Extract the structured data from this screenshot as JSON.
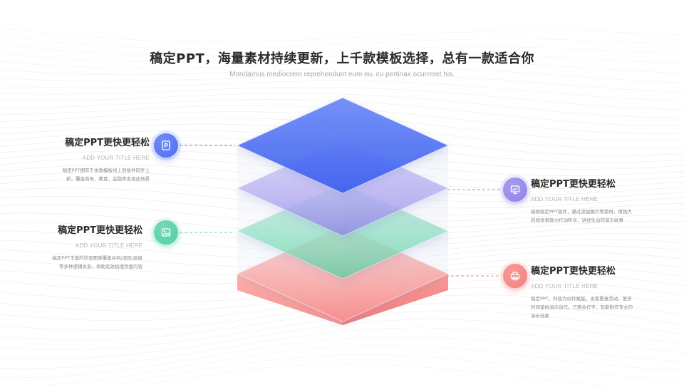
{
  "title": "稿定PPT，海量素材持续更新，上千款模板选择，总有一款适合你",
  "subtitle": "Mondamus mediocrem reprehendunt eum eu, cu pertinax ocurreret his.",
  "colors": {
    "blue": "#4f6ef2",
    "purple": "#8f82ea",
    "green": "#52cfa5",
    "red": "#f4807d"
  },
  "layers": [
    {
      "name": "blue-layer",
      "color": "#5272f3"
    },
    {
      "name": "purple-layer",
      "color": "#9a8ff0"
    },
    {
      "name": "green-layer",
      "color": "#6fd6b0"
    },
    {
      "name": "red-layer",
      "color": "#f78986"
    }
  ],
  "items": [
    {
      "side": "left",
      "heading": "稿定PPT更快更轻松",
      "sub": "ADD YOUR TITLE HERE",
      "desc": "稿定PPT拥有千余款模板线上到插件同步上新，覆盖商务、教育、金融等多用途场景",
      "icon": "presentation-file-icon",
      "color": "#4f6ef2"
    },
    {
      "side": "left",
      "heading": "稿定PPT更快更轻松",
      "sub": "ADD YOUR TITLE HERE",
      "desc": "稿定PPT丰富的信息图表覆盖并列/流程/层级等多种逻辑关系，帮助有效梳理页面内容",
      "icon": "image-frame-icon",
      "color": "#52cfa5"
    },
    {
      "side": "right",
      "heading": "稿定PPT更快更轻松",
      "sub": "ADD YOUR TITLE HERE",
      "desc": "借助稿定PPT插件，通过添加图片等素材，用强大的视觉表现力打动听众，讲述生动的演示故事",
      "icon": "chart-board-icon",
      "color": "#8f82ea"
    },
    {
      "side": "right",
      "heading": "稿定PPT更快更轻松",
      "sub": "ADD YOUR TITLE HERE",
      "desc": "稿定PPT，科技为创作赋能，无需重复劳动，更多时间留给演示创作。只要会打字，就能制作专业的演示效果",
      "icon": "printer-icon",
      "color": "#f4807d"
    }
  ]
}
